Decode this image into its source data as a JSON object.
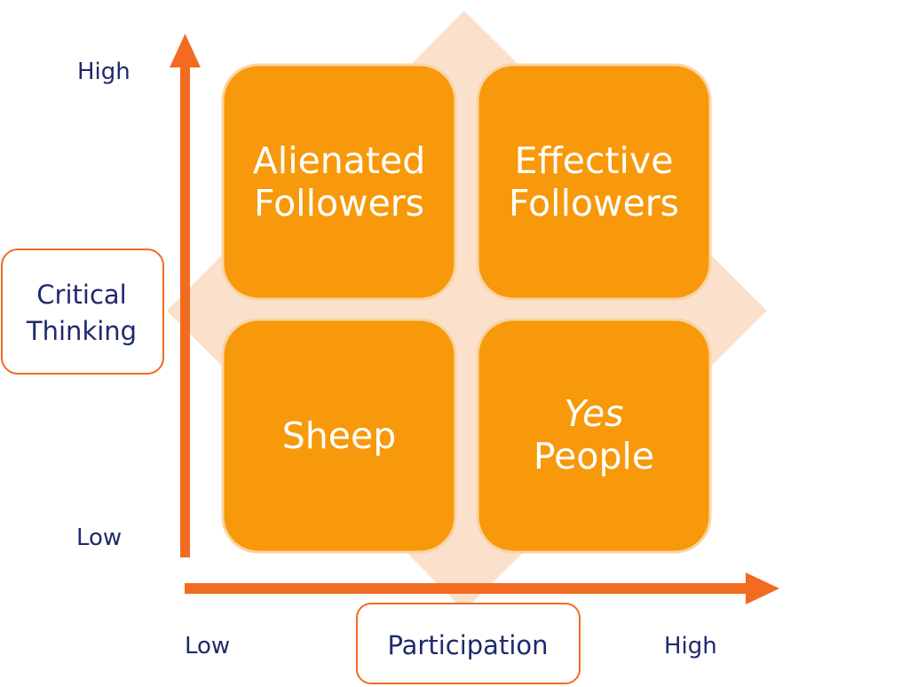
{
  "colors": {
    "quadrant_fill": "#f7990b",
    "quadrant_border": "#fbd3a0",
    "diamond_fill": "#fbe0cc",
    "axis_arrow": "#f26b21",
    "label_box_border": "#f26b21",
    "label_text": "#1f2a6b",
    "quadrant_text": "#ffffff"
  },
  "y_axis": {
    "title_line1": "Critical",
    "title_line2": "Thinking",
    "high": "High",
    "low": "Low"
  },
  "x_axis": {
    "title": "Participation",
    "low": "Low",
    "high": "High"
  },
  "quadrants": {
    "top_left": {
      "line1": "Alienated",
      "line2": "Followers"
    },
    "top_right": {
      "line1": "Effective",
      "line2": "Followers"
    },
    "bottom_left": {
      "line1": "Sheep"
    },
    "bottom_right": {
      "line1": "Yes",
      "line2": "People"
    }
  }
}
